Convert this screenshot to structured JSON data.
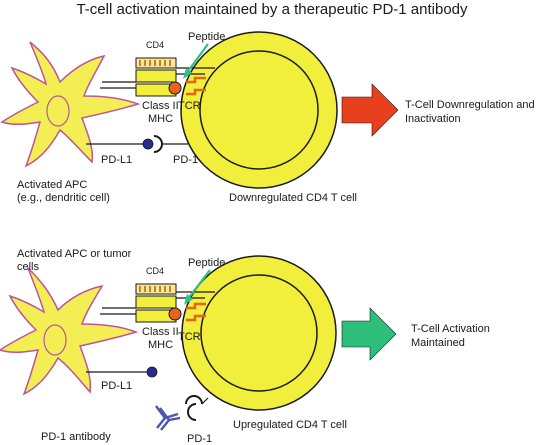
{
  "title": "T-cell activation maintained by a therapeutic PD-1 antibody",
  "colors": {
    "cell_fill": "#f1ee3c",
    "cell_stroke": "#1a1a1a",
    "apc_fill": "#f4ee55",
    "apc_stroke": "#b9569a",
    "tcr": "#e8641c",
    "peptide_arrow": "#2fbf8a",
    "inactivation_arrow": "#e8401c",
    "activation_arrow": "#2dbf7a",
    "pd_l1_dot": "#2a2a8f",
    "antibody": "#4a56b0"
  },
  "top_panel": {
    "cd4_label": "CD4",
    "peptide_label": "Peptide",
    "mhc_label_line1": "Class II",
    "mhc_label_line2": "MHC",
    "tcr_label": "TCR",
    "pdl1_label": "PD-L1",
    "pd1_label": "PD-1",
    "apc_label_line1": "Activated APC",
    "apc_label_line2": "(e.g., dendritic cell)",
    "tcell_label": "Downregulated CD4 T cell",
    "outcome_line1": "T-Cell Downregulation and",
    "outcome_line2": "Inactivation"
  },
  "bottom_panel": {
    "apc_label_line1": "Activated APC or tumor",
    "apc_label_line2": "cells",
    "cd4_label": "CD4",
    "peptide_label": "Peptide",
    "mhc_label_line1": "Class II",
    "mhc_label_line2": "MHC",
    "tcr_label": "TCR",
    "pdl1_label": "PD-L1",
    "pd1_label": "PD-1",
    "antibody_label": "PD-1 antibody",
    "tcell_label": "Upregulated CD4 T cell",
    "outcome_line1": "T-Cell Activation",
    "outcome_line2": "Maintained"
  }
}
